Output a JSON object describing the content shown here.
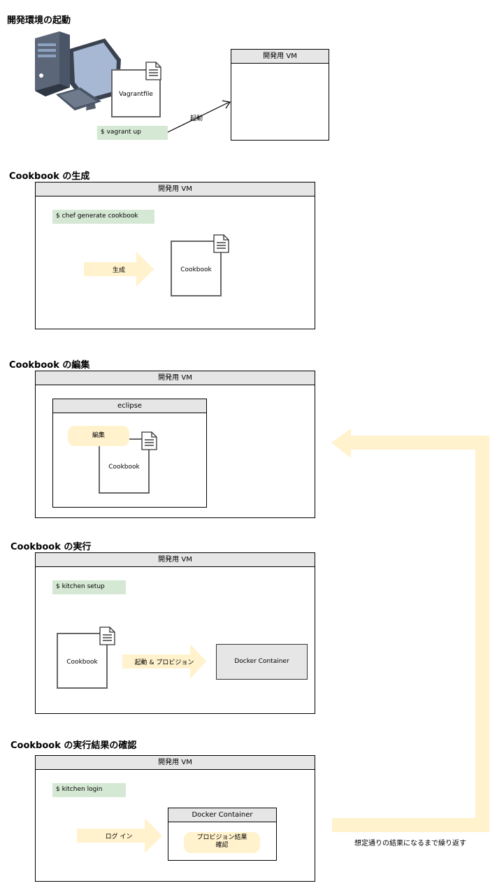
{
  "colors": {
    "command_bg": "#d5e8d4",
    "arrow_fill": "#fff2cc",
    "title_bar_bg": "#e6e6e6",
    "document_border": "#666666"
  },
  "sections": {
    "start": {
      "heading": "開発環境の起動",
      "vagrantfile": "Vagrantfile",
      "command": "$ vagrant up",
      "arrow_label": "起動",
      "vm_title": "開発用 VM"
    },
    "generate": {
      "heading": "Cookbook の生成",
      "vm_title": "開発用 VM",
      "command": "$ chef generate cookbook",
      "arrow_label": "生成",
      "doc_label": "Cookbook"
    },
    "edit": {
      "heading": "Cookbook の編集",
      "vm_title": "開発用 VM",
      "ide_title": "eclipse",
      "action_label": "編集",
      "doc_label": "Cookbook"
    },
    "run": {
      "heading": "Cookbook の実行",
      "vm_title": "開発用 VM",
      "command": "$ kitchen setup",
      "doc_label": "Cookbook",
      "arrow_label": "起動 & プロビジョン",
      "container_label": "Docker Container"
    },
    "verify": {
      "heading": "Cookbook の実行結果の確認",
      "vm_title": "開発用 VM",
      "command": "$ kitchen login",
      "arrow_label": "ログ イン",
      "container_title": "Docker Container",
      "check_label_line1": "プロビジョン結果",
      "check_label_line2": "確認"
    }
  },
  "loop_label": "想定通りの結果になるまで繰り返す",
  "icons": [
    "computer-icon",
    "document-icon"
  ]
}
